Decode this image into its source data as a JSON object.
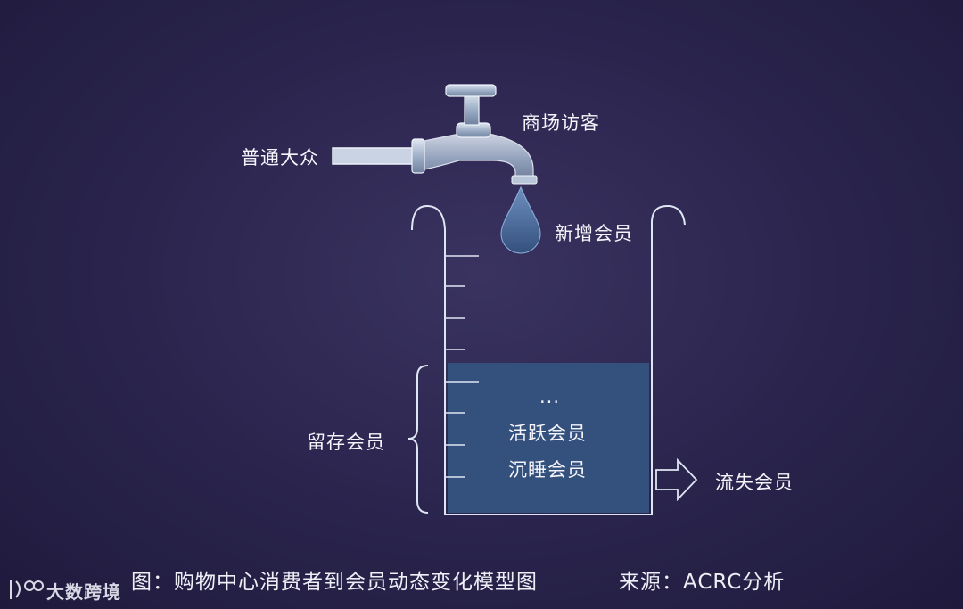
{
  "labels": {
    "public": "普通大众",
    "visitors": "商场访客",
    "new_members": "新增会员",
    "retained": "留存会员",
    "ellipsis": "...",
    "active": "活跃会员",
    "dormant": "沉睡会员",
    "churned": "流失会员"
  },
  "caption": {
    "figure": "图：购物中心消费者到会员动态变化模型图",
    "source": "来源：ACRC分析"
  },
  "watermark": {
    "text": "大数跨境"
  },
  "colors": {
    "background": "#2c2650",
    "water_fill": "#34507d",
    "drop_fill": "#3b5e8e",
    "outline": "#dfe6f3"
  }
}
